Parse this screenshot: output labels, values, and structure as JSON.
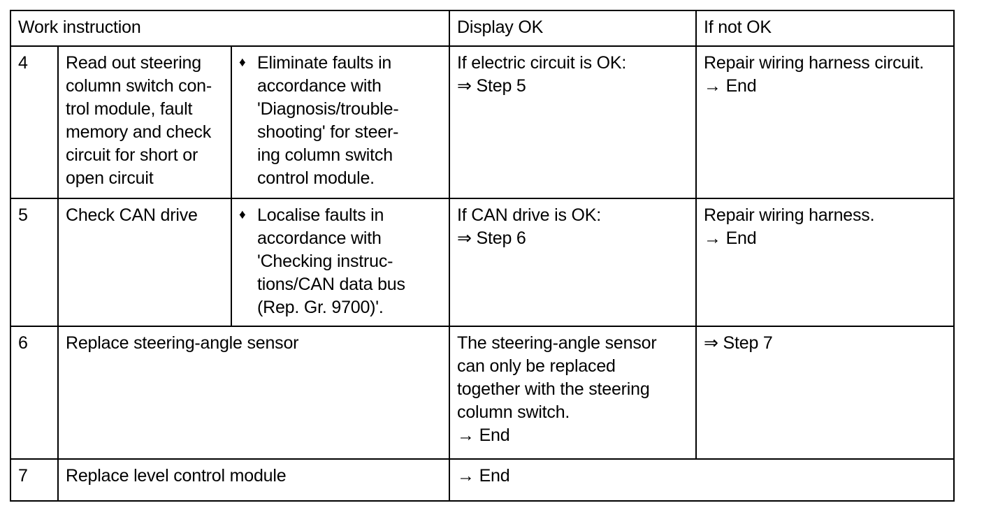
{
  "table": {
    "headers": {
      "work_instruction": "Work instruction",
      "display_ok": "Display OK",
      "if_not_ok": "If not OK"
    },
    "bullet_glyph": "♦",
    "arrow_step": "⇒",
    "arrow_end": "→",
    "rows": [
      {
        "step": "4",
        "instruction": "Read out steering\ncolumn switch con-\ntrol module, fault\nmemory and check\ncircuit for short or\nopen circuit",
        "bullet": "Eliminate faults in\naccordance with\n'Diagnosis/trouble-\nshooting' for steer-\ning column switch\ncontrol module.",
        "display_ok": "If electric circuit is OK:\n⇒ Step 5",
        "if_not_ok": "Repair wiring harness circuit.\n→ End"
      },
      {
        "step": "5",
        "instruction": "Check CAN drive",
        "bullet": "Localise faults in\naccordance with\n'Checking instruc-\ntions/CAN data bus\n(Rep. Gr. 9700)'.",
        "display_ok": "If CAN drive is OK:\n⇒ Step 6",
        "if_not_ok": "Repair wiring harness.\n→ End"
      },
      {
        "step": "6",
        "instruction": "Replace steering-angle sensor",
        "bullet": null,
        "display_ok": "The steering-angle sensor\ncan only be replaced\ntogether with the steering\ncolumn switch.\n→ End",
        "if_not_ok": "⇒ Step 7"
      },
      {
        "step": "7",
        "instruction": "Replace level control module",
        "bullet": null,
        "display_ok": "→ End",
        "if_not_ok": null
      }
    ]
  }
}
